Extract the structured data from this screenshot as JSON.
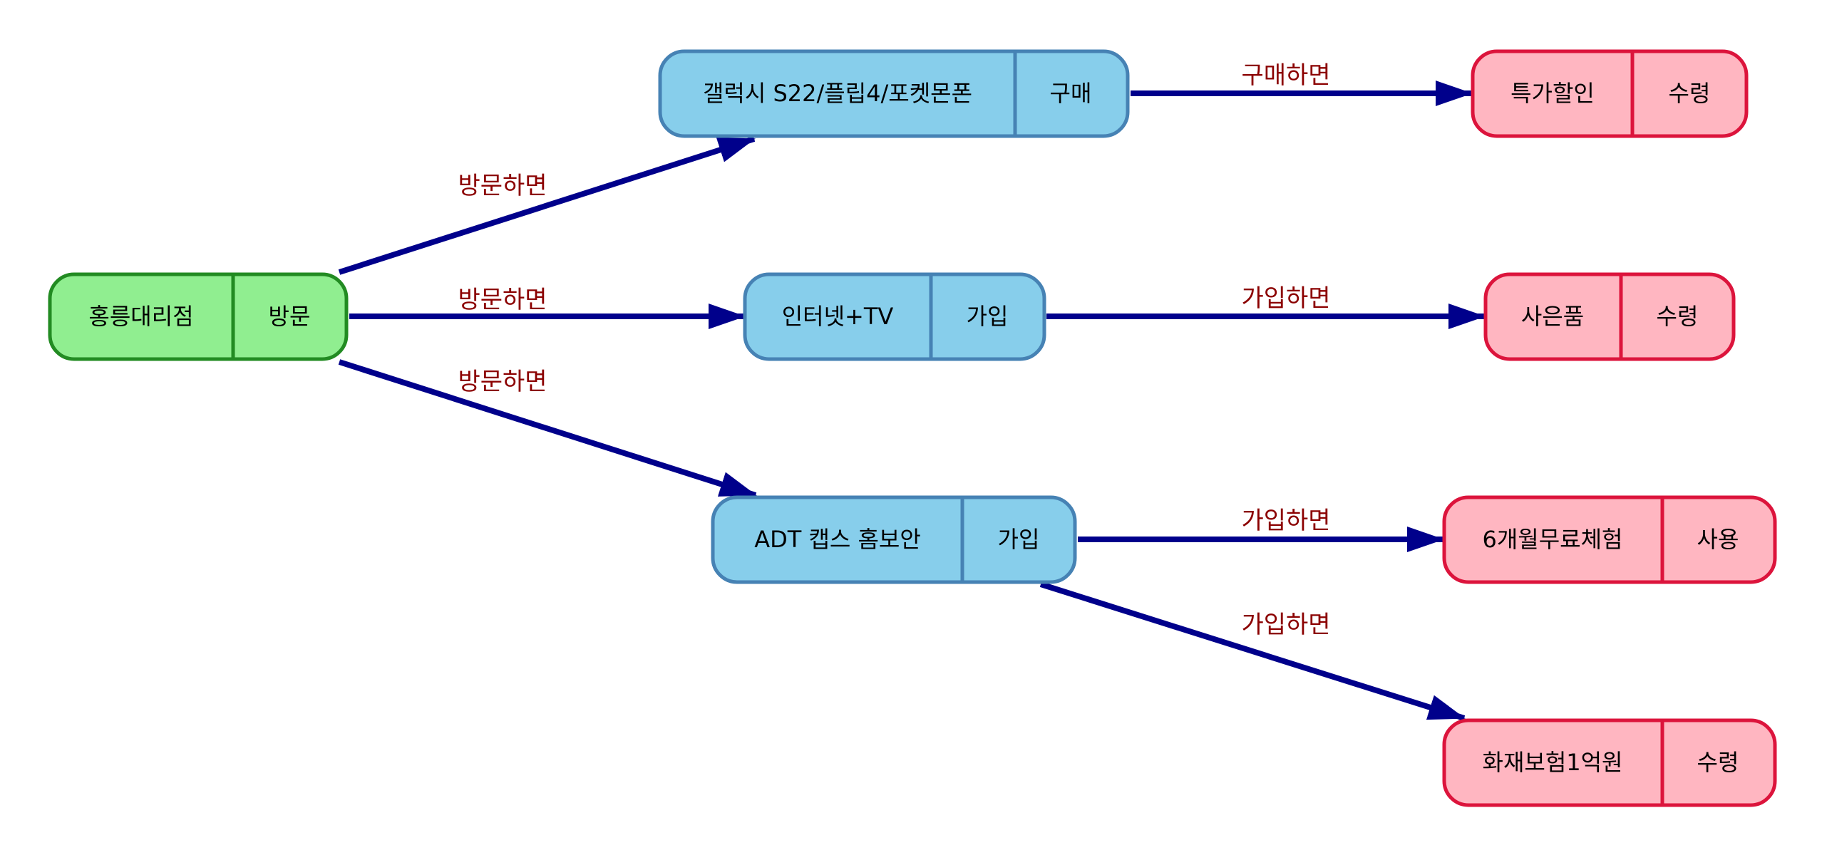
{
  "colors": {
    "edge": "#00008b",
    "edge_label": "#8b0000",
    "start_fill": "#90ee90",
    "start_stroke": "#228b22",
    "mid_fill": "#87ceeb",
    "mid_stroke": "#4682b4",
    "end_fill": "#ffb6c1",
    "end_stroke": "#dc143c"
  },
  "nodes": {
    "store": {
      "name": "홍릉대리점",
      "action": "방문"
    },
    "galaxy": {
      "name": "갤럭시 S22/플립4/포켓몬폰",
      "action": "구매"
    },
    "internet": {
      "name": "인터넷+TV",
      "action": "가입"
    },
    "adt": {
      "name": "ADT 캡스 홈보안",
      "action": "가입"
    },
    "discount": {
      "name": "특가할인",
      "action": "수령"
    },
    "gift": {
      "name": "사은품",
      "action": "수령"
    },
    "trial": {
      "name": "6개월무료체험",
      "action": "사용"
    },
    "insurance": {
      "name": "화재보험1억원",
      "action": "수령"
    }
  },
  "edges": {
    "store_galaxy": "방문하면",
    "store_internet": "방문하면",
    "store_adt": "방문하면",
    "galaxy_discount": "구매하면",
    "internet_gift": "가입하면",
    "adt_trial": "가입하면",
    "adt_insurance": "가입하면"
  }
}
